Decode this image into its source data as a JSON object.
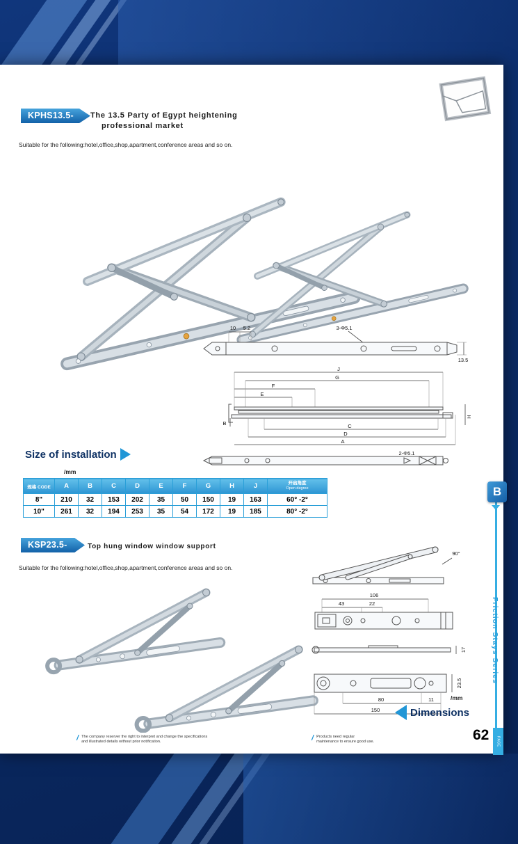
{
  "side": {
    "tab_letter": "B",
    "series_label": "Friction Stays Series",
    "page_word": "PAGE",
    "page_number": "62"
  },
  "section1": {
    "code": "KPHS13.5-",
    "title1": "The 13.5 Party of Egypt heightening",
    "title2": "professional market",
    "suitable": "Suitable for the following:hotel,office,shop,apartment,conference areas and so on."
  },
  "drawing1": {
    "d10": "10",
    "d52": "5.2",
    "d3phi": "3-Φ5.1",
    "d135": "13.5",
    "J": "J",
    "G": "G",
    "F": "F",
    "E": "E",
    "B": "B",
    "C": "C",
    "D": "D",
    "A": "A",
    "H": "H",
    "d2phi": "2-Φ5.1"
  },
  "install": {
    "heading": "Size of installation",
    "unit": "/mm",
    "headers": {
      "code": "规格 CODE",
      "A": "A",
      "B": "B",
      "C": "C",
      "D": "D",
      "E": "E",
      "F": "F",
      "G": "G",
      "H": "H",
      "J": "J",
      "open1": "开启角度",
      "open2": "Open degree"
    },
    "rows": [
      {
        "code": "8\"",
        "A": "210",
        "B": "32",
        "C": "153",
        "D": "202",
        "E": "35",
        "F": "50",
        "G": "150",
        "H": "19",
        "J": "163",
        "open": "60° -2°"
      },
      {
        "code": "10\"",
        "A": "261",
        "B": "32",
        "C": "194",
        "D": "253",
        "E": "35",
        "F": "54",
        "G": "172",
        "H": "19",
        "J": "185",
        "open": "80° -2°"
      }
    ]
  },
  "section2": {
    "code": "KSP23.5-",
    "title": "Top hung window window support",
    "suitable": "Suitable for the following:hotel,office,shop,apartment,conference areas and so on."
  },
  "drawing2": {
    "deg": "90°",
    "d106": "106",
    "d43": "43",
    "d22": "22",
    "d17": "17",
    "d235": "23.5",
    "d80": "80",
    "d11": "11",
    "d150": "150"
  },
  "dims_label": {
    "unit": "/mm",
    "text": "Dimensions"
  },
  "footer": {
    "slash": "/",
    "left1": "The company reserver the right to interpret and change the specifications",
    "left2": "and illustrated details without prior notification.",
    "right1": "Products need regular",
    "right2": "maintenance to ensure good use."
  }
}
